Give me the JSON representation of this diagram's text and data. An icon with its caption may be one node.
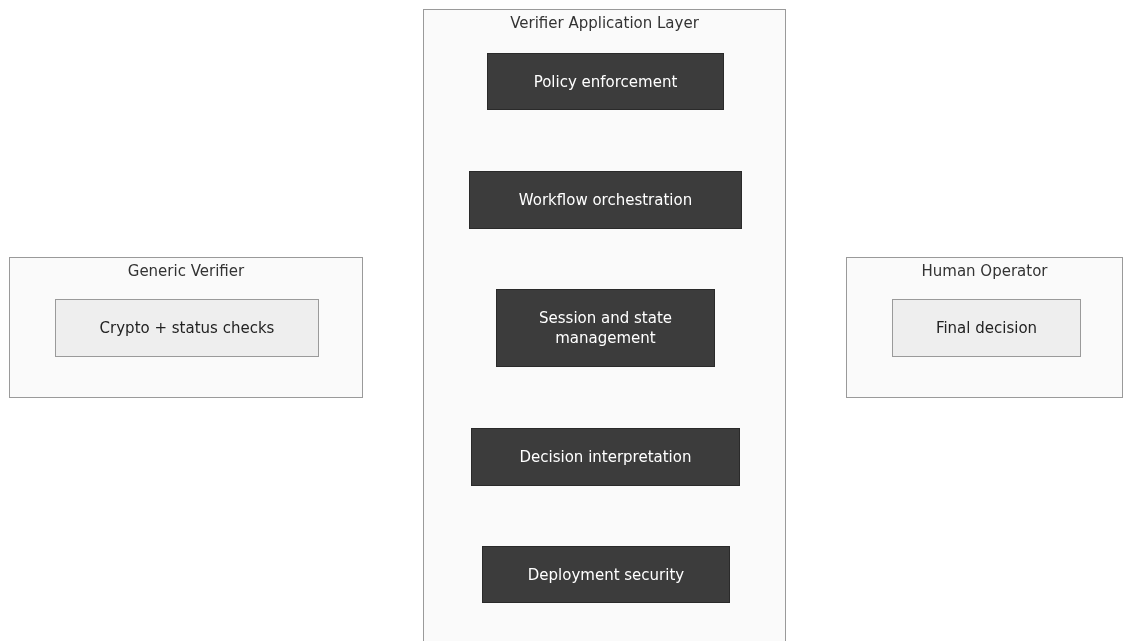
{
  "diagram": {
    "nodes": [
      {
        "text": [
          "Generic Verifier"
        ]
      },
      {
        "text": [
          "Crypto + status checks"
        ],
        "in": 0
      },
      {
        "text": [
          "Verifier Application Layer"
        ]
      },
      {
        "text": [
          "Policy enforcement"
        ],
        "in": 2
      },
      {
        "text": [
          "Workflow orchestration"
        ],
        "in": 2
      },
      {
        "text": [
          "Session and state management"
        ],
        "in": 2
      },
      {
        "text": [
          "Decision interpretation"
        ],
        "in": 2
      },
      {
        "text": [
          "Deployment security"
        ],
        "in": 2
      },
      {
        "text": [
          "Human Operator"
        ]
      },
      {
        "text": [
          "Final decision"
        ],
        "in": 8
      }
    ]
  }
}
